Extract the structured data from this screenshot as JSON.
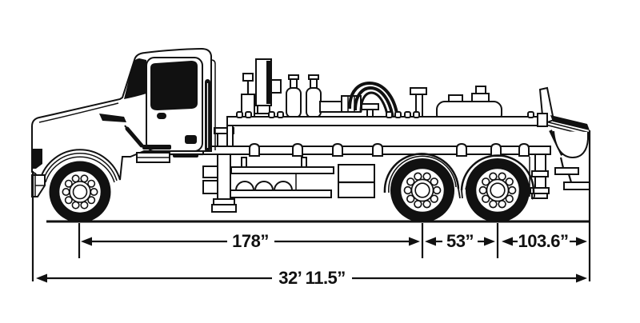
{
  "diagram": {
    "illustration": "flatbed-pump-truck-side-view-line-drawing",
    "colors": {
      "line": "#111111",
      "background": "#ffffff"
    },
    "dimensions": {
      "front_axle_to_rear_axle": {
        "label": "178”"
      },
      "rear_axle_spacing": {
        "label": "53”"
      },
      "rear_axle_to_rear_end": {
        "label": "103.6”"
      },
      "overall_length": {
        "label": "32’ 11.5”"
      }
    }
  }
}
